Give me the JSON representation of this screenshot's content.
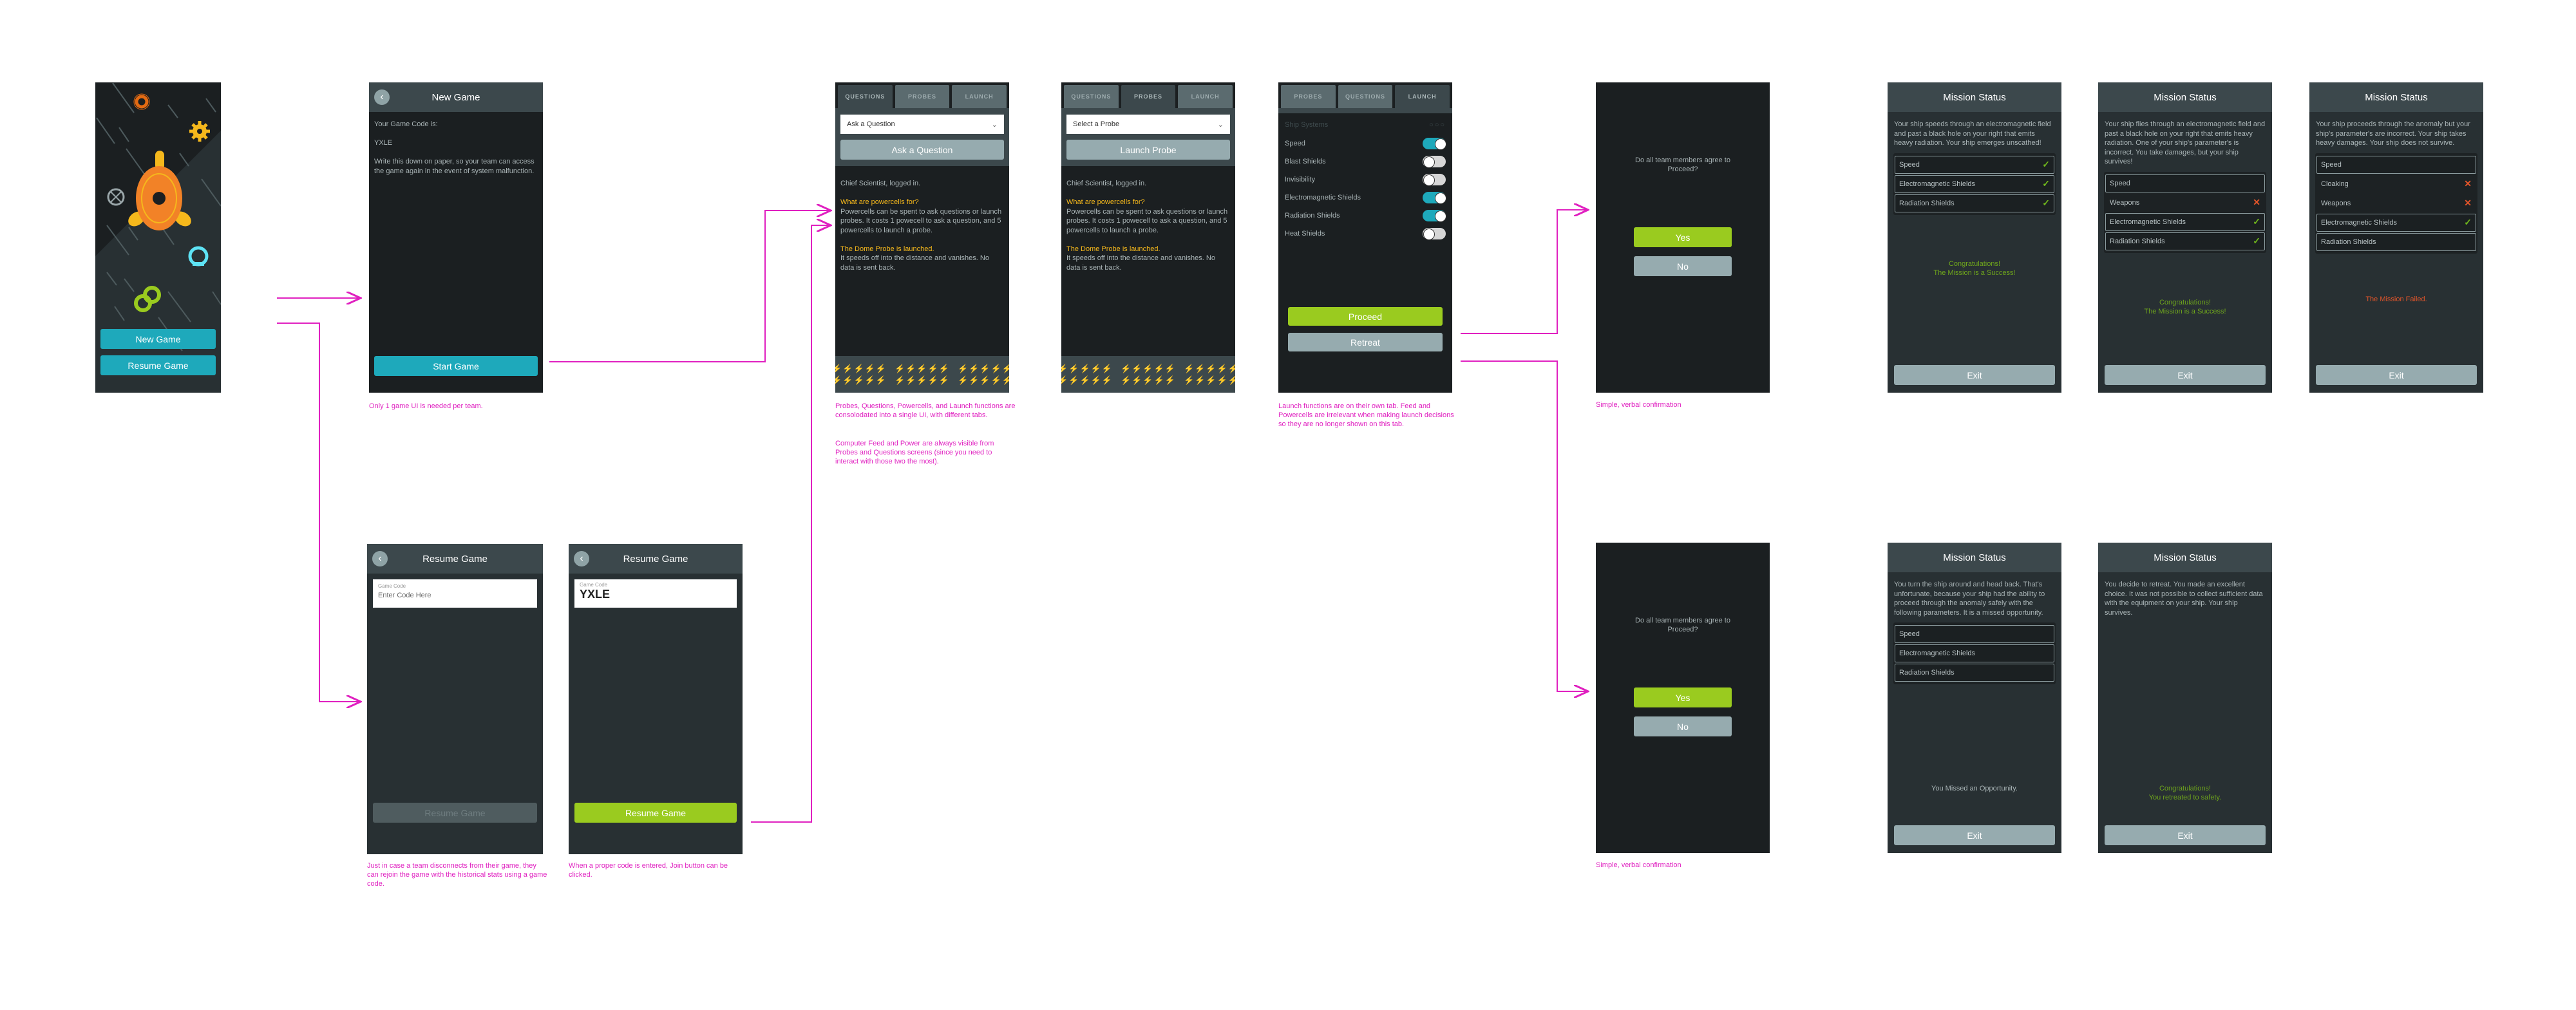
{
  "colors": {
    "teal": "#1ea9bb",
    "green": "#9acb1f",
    "gray": "#96abaf",
    "annotation": "#e020c0",
    "powercell": "#f5b81c",
    "success": "#6fa61c",
    "fail": "#e2552a"
  },
  "splash": {
    "new_game": "New Game",
    "resume_game": "Resume Game"
  },
  "new_game": {
    "title": "New Game",
    "code_label": "Your Game Code is:",
    "code": "YXLE",
    "instructions": "Write this down on paper, so your team can access the game again in the event of system malfunction.",
    "start": "Start Game",
    "note": "Only 1 game UI is needed per team."
  },
  "resume_empty": {
    "title": "Resume Game",
    "field_label": "Game Code",
    "placeholder": "Enter Code Here",
    "button": "Resume Game",
    "note": "Just in case a team disconnects from their game, they can rejoin the game with the historical stats using a game code."
  },
  "resume_filled": {
    "title": "Resume Game",
    "field_label": "Game Code",
    "value": "YXLE",
    "button": "Resume Game",
    "note": "When a proper code is entered, Join button can be clicked."
  },
  "feed": {
    "login": "Chief Scientist, logged in.",
    "q_title": "What are powercells for?",
    "q_body": "Powercells can be spent to ask questions or launch probes. It costs 1 powecell to ask a question, and 5 powercells to launch a probe.",
    "event_title": "The Dome Probe is launched.",
    "event_body": "It speeds off into the distance and vanishes. No data is sent back.",
    "powercells": 30
  },
  "questions_screen": {
    "tabs": [
      "QUESTIONS",
      "PROBES",
      "LAUNCH"
    ],
    "active": "QUESTIONS",
    "dropdown": "Ask a Question",
    "button": "Ask a Question",
    "note1": "Probes, Questions, Powercells, and Launch functions are consolodated into a single UI, with different tabs.",
    "note2": "Computer Feed and Power are always visible from Probes and Questions screens (since you need to interact with those two the most)."
  },
  "probes_screen": {
    "tabs": [
      "QUESTIONS",
      "PROBES",
      "LAUNCH"
    ],
    "active": "PROBES",
    "dropdown": "Select a Probe",
    "button": "Launch Probe"
  },
  "launch_screen": {
    "tabs": [
      "PROBES",
      "QUESTIONS",
      "LAUNCH"
    ],
    "active": "LAUNCH",
    "section": "Ship Systems",
    "toggles": [
      {
        "label": "Speed",
        "on": true
      },
      {
        "label": "Blast Shields",
        "on": false
      },
      {
        "label": "Invisibility",
        "on": false
      },
      {
        "label": "Electromagnetic Shields",
        "on": true
      },
      {
        "label": "Radiation Shields",
        "on": true
      },
      {
        "label": "Heat Shields",
        "on": false
      }
    ],
    "proceed": "Proceed",
    "retreat": "Retreat",
    "note": "Launch functions are on their own tab. Feed and Powercells are irrelevant when making launch decisions so they are no longer shown on this tab."
  },
  "confirms": [
    {
      "question": "Do all team members agree to Proceed?",
      "yes": "Yes",
      "no": "No",
      "note": "Simple, verbal confirmation"
    },
    {
      "question": "Do all team members agree to Proceed?",
      "yes": "Yes",
      "no": "No",
      "note": "Simple, verbal confirmation"
    }
  ],
  "missions": [
    {
      "title": "Mission Status",
      "body": "Your ship speeds through an electromagnetic field and past a black hole on your right that emits heavy radiation. Your ship emerges unscathed!",
      "params": [
        {
          "label": "Speed",
          "boxed": true,
          "status": "check"
        },
        {
          "label": "Electromagnetic Shields",
          "boxed": true,
          "status": "check"
        },
        {
          "label": "Radiation Shields",
          "boxed": true,
          "status": "check"
        }
      ],
      "result": "Congratulations!\nThe Mission is a Success!",
      "result_type": "success",
      "exit": "Exit"
    },
    {
      "title": "Mission Status",
      "body": "Your ship flies through an electromagnetic field and past a black hole on your right that emits heavy radiation. One of your ship's parameter's is incorrect. You take damages, but your ship survives!",
      "params": [
        {
          "label": "Speed",
          "boxed": true,
          "status": null
        },
        {
          "label": "Weapons",
          "boxed": false,
          "status": "x"
        },
        {
          "label": "Electromagnetic Shields",
          "boxed": true,
          "status": "check"
        },
        {
          "label": "Radiation Shields",
          "boxed": true,
          "status": "check"
        }
      ],
      "result": "Congratulations!\nThe Mission is a Success!",
      "result_type": "success",
      "exit": "Exit"
    },
    {
      "title": "Mission Status",
      "body": "Your ship proceeds through the anomaly but your ship's parameter's are incorrect. Your ship takes heavy damages. Your ship does not survive.",
      "params": [
        {
          "label": "Speed",
          "boxed": true,
          "status": null
        },
        {
          "label": "Cloaking",
          "boxed": false,
          "status": "x"
        },
        {
          "label": "Weapons",
          "boxed": false,
          "status": "x"
        },
        {
          "label": "Electromagnetic Shields",
          "boxed": true,
          "status": "check"
        },
        {
          "label": "Radiation Shields",
          "boxed": true,
          "status": null
        }
      ],
      "result": "The Mission Failed.",
      "result_type": "fail",
      "exit": "Exit"
    },
    {
      "title": "Mission Status",
      "body": "You turn the ship around and head back. That's unfortunate, because your ship had the ability to proceed through the anomaly safely with the following parameters. It is a missed opportunity.",
      "params": [
        {
          "label": "Speed",
          "boxed": true,
          "status": null
        },
        {
          "label": "Electromagnetic Shields",
          "boxed": true,
          "status": null
        },
        {
          "label": "Radiation Shields",
          "boxed": true,
          "status": null
        }
      ],
      "result": "You Missed an Opportunity.",
      "result_type": "neutral",
      "exit": "Exit"
    },
    {
      "title": "Mission Status",
      "body": "You decide to retreat. You made an excellent choice. It was not possible to collect sufficient data with the equipment on your ship. Your ship survives.",
      "params": [],
      "result": "Congratulations!\nYou retreated to safety.",
      "result_type": "success",
      "exit": "Exit"
    }
  ]
}
